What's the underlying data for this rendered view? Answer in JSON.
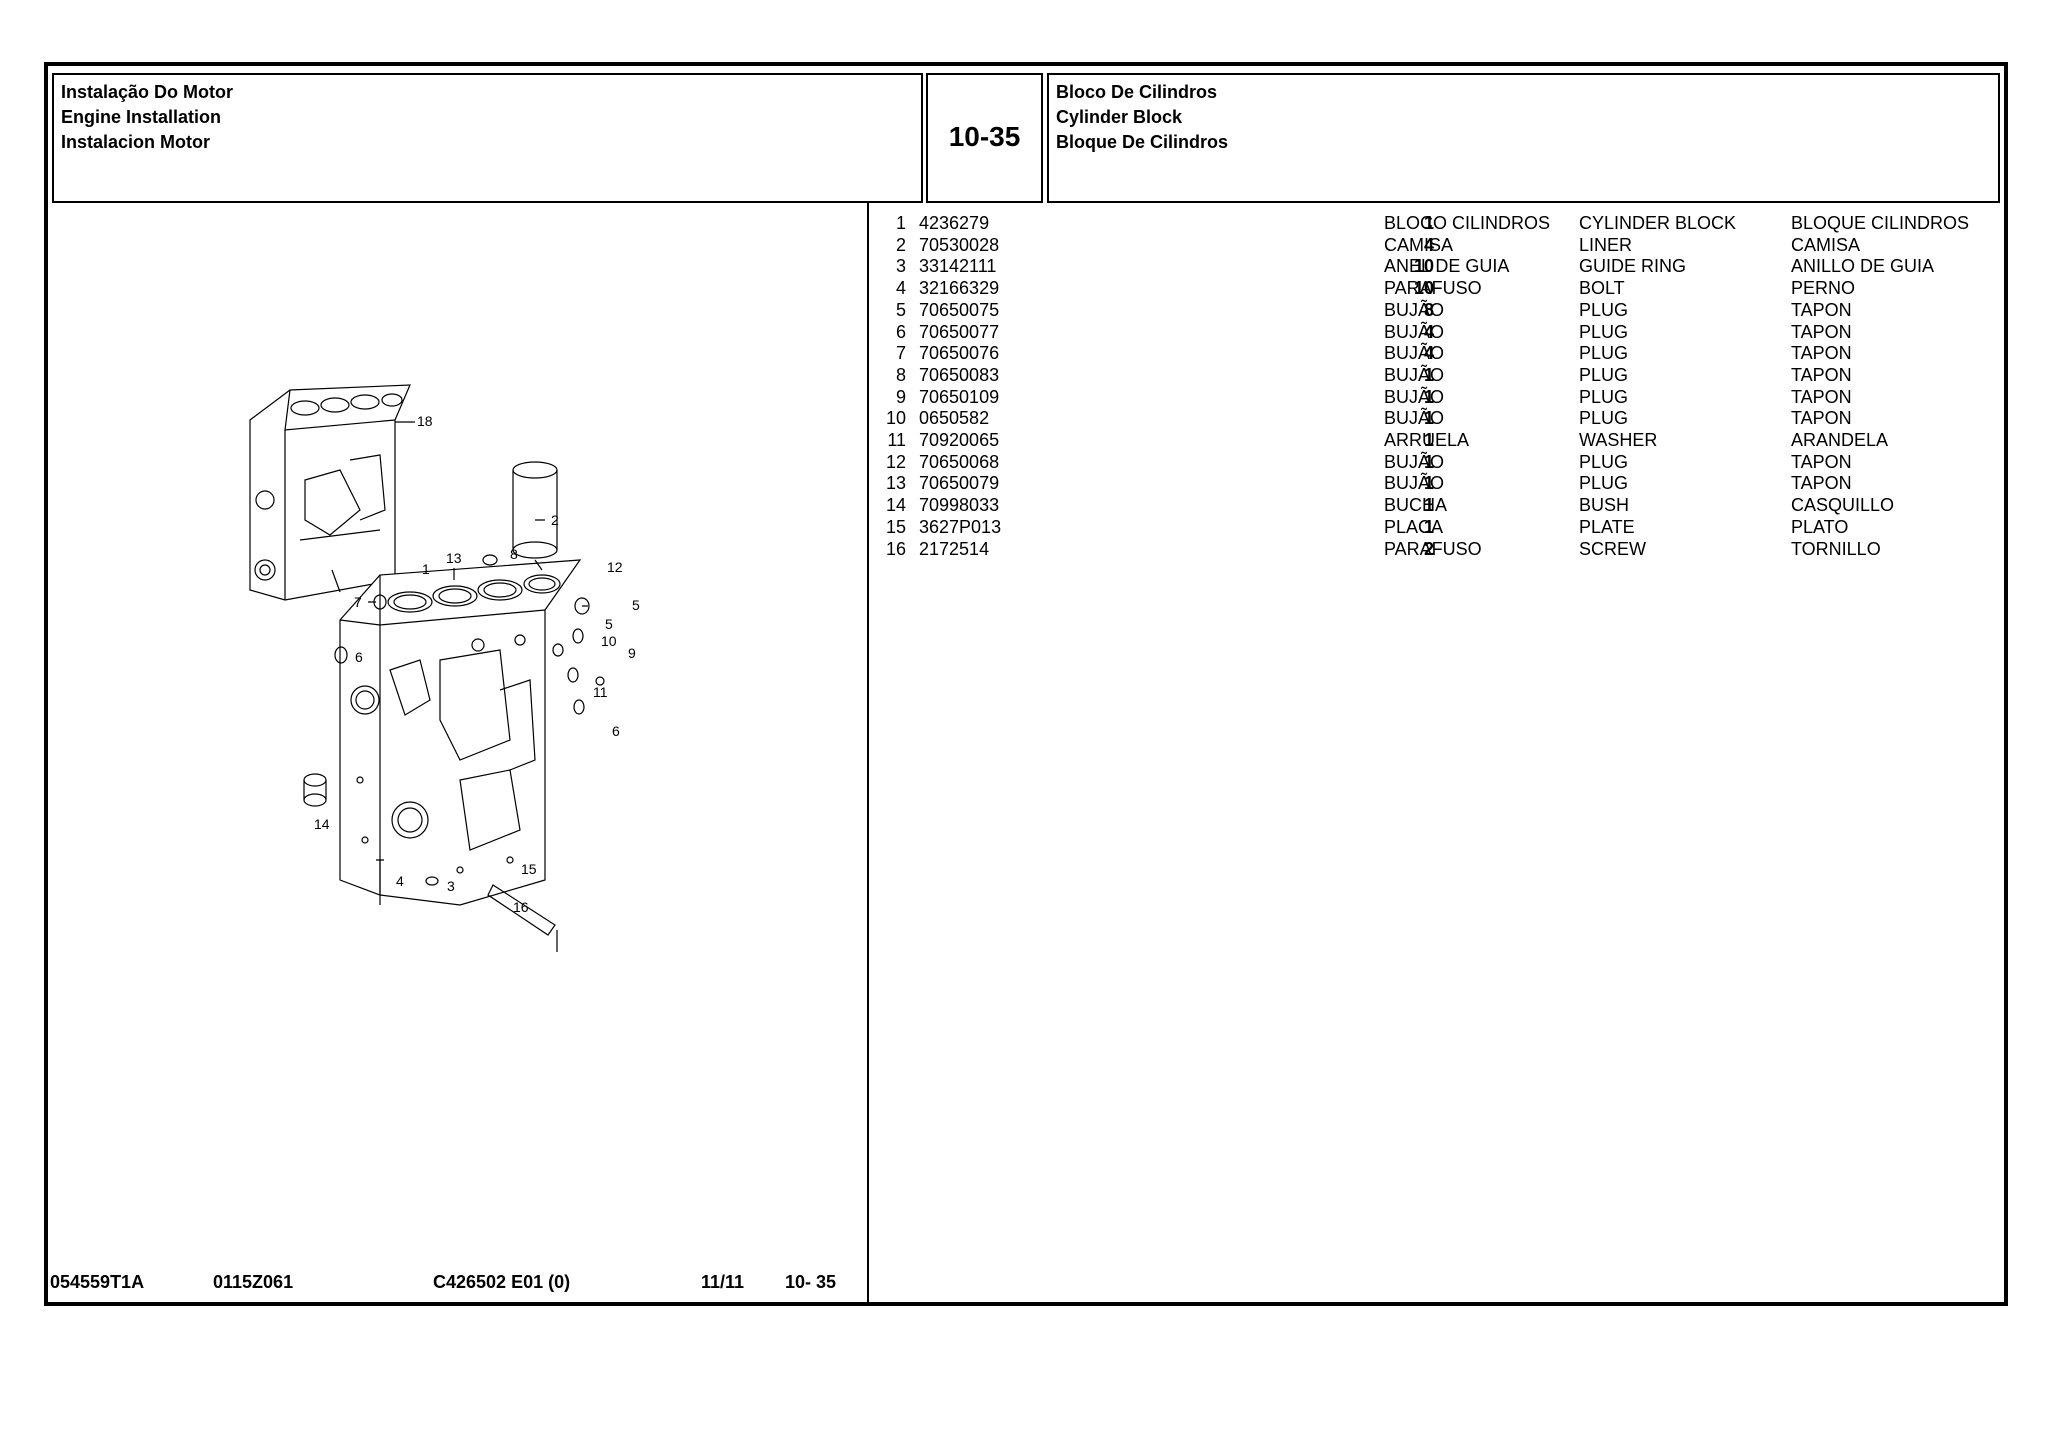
{
  "header": {
    "section_lines": [
      "Instalação Do Motor",
      "Engine Installation",
      "Instalacion Motor"
    ],
    "page_code": "10-35",
    "title_lines": [
      "Bloco De Cilindros",
      "Cylinder Block",
      "Bloque De Cilindros"
    ]
  },
  "parts": [
    {
      "idx": "1",
      "part_no": "4236279",
      "qty": "1",
      "pt": "BLOCO CILINDROS",
      "en": "CYLINDER BLOCK",
      "es": "BLOQUE CILINDROS"
    },
    {
      "idx": "2",
      "part_no": "70530028",
      "qty": "4",
      "pt": "CAMISA",
      "en": "LINER",
      "es": "CAMISA"
    },
    {
      "idx": "3",
      "part_no": "33142111",
      "qty": "10",
      "pt": "ANEL DE GUIA",
      "en": "GUIDE RING",
      "es": "ANILLO DE GUIA"
    },
    {
      "idx": "4",
      "part_no": "32166329",
      "qty": "10",
      "pt": "PARAFUSO",
      "en": "BOLT",
      "es": "PERNO"
    },
    {
      "idx": "5",
      "part_no": "70650075",
      "qty": "8",
      "pt": "BUJÃO",
      "en": "PLUG",
      "es": "TAPON"
    },
    {
      "idx": "6",
      "part_no": "70650077",
      "qty": "4",
      "pt": "BUJÃO",
      "en": "PLUG",
      "es": "TAPON"
    },
    {
      "idx": "7",
      "part_no": "70650076",
      "qty": "4",
      "pt": "BUJÃO",
      "en": "PLUG",
      "es": "TAPON"
    },
    {
      "idx": "8",
      "part_no": "70650083",
      "qty": "1",
      "pt": "BUJÃO",
      "en": "PLUG",
      "es": "TAPON"
    },
    {
      "idx": "9",
      "part_no": "70650109",
      "qty": "1",
      "pt": "BUJÃO",
      "en": "PLUG",
      "es": "TAPON"
    },
    {
      "idx": "10",
      "part_no": "0650582",
      "qty": "1",
      "pt": "BUJÃO",
      "en": "PLUG",
      "es": "TAPON"
    },
    {
      "idx": "11",
      "part_no": "70920065",
      "qty": "1",
      "pt": "ARRUELA",
      "en": "WASHER",
      "es": "ARANDELA"
    },
    {
      "idx": "12",
      "part_no": "70650068",
      "qty": "1",
      "pt": "BUJÃO",
      "en": "PLUG",
      "es": "TAPON"
    },
    {
      "idx": "13",
      "part_no": "70650079",
      "qty": "1",
      "pt": "BUJÃO",
      "en": "PLUG",
      "es": "TAPON"
    },
    {
      "idx": "14",
      "part_no": "70998033",
      "qty": "1",
      "pt": "BUCHA",
      "en": "BUSH",
      "es": "CASQUILLO"
    },
    {
      "idx": "15",
      "part_no": "3627P013",
      "qty": "1",
      "pt": "PLACA",
      "en": "PLATE",
      "es": "PLATO"
    },
    {
      "idx": "16",
      "part_no": "2172514",
      "qty": "2",
      "pt": "PARAFUSO",
      "en": "SCREW",
      "es": "TORNILLO"
    }
  ],
  "diagram": {
    "callouts": [
      "18",
      "2",
      "1",
      "13",
      "8",
      "12",
      "7",
      "5",
      "5",
      "10",
      "9",
      "6",
      "11",
      "6",
      "14",
      "15",
      "4",
      "3",
      "16"
    ]
  },
  "footer": {
    "doc_no": "054559T1A",
    "ref": "0115Z061",
    "edition": "C426502  E01    (0)",
    "page_of": "11/11",
    "section": "10- 35"
  }
}
